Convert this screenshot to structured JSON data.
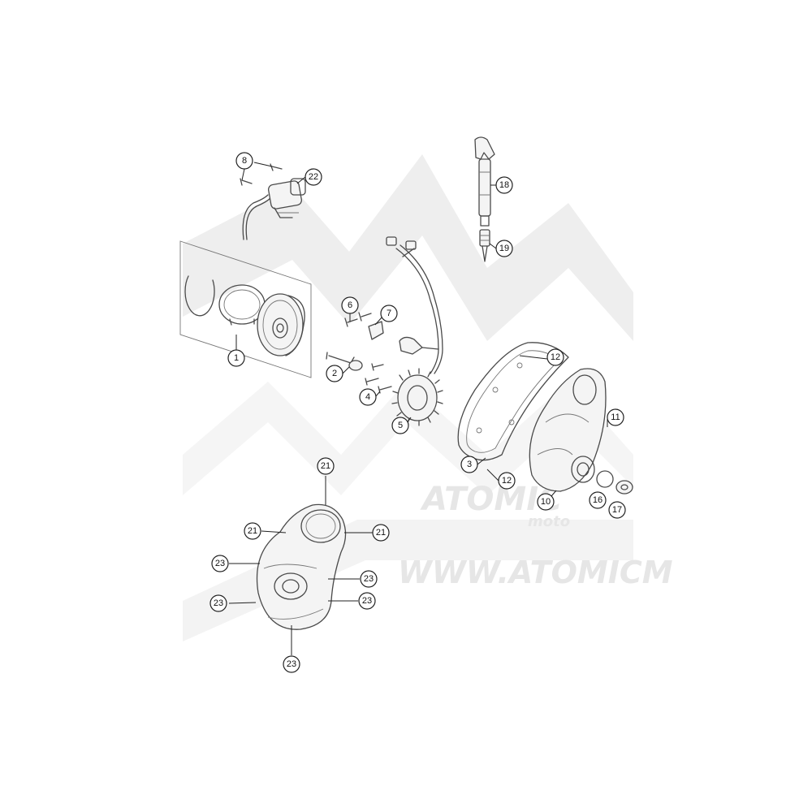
{
  "watermark": {
    "brand": "ATOMIC",
    "sub": "moto",
    "url": "WWW.ATOMICM"
  },
  "callouts": [
    {
      "label": "1"
    },
    {
      "label": "2"
    },
    {
      "label": "3"
    },
    {
      "label": "4"
    },
    {
      "label": "5"
    },
    {
      "label": "6"
    },
    {
      "label": "7"
    },
    {
      "label": "8"
    },
    {
      "label": "10"
    },
    {
      "label": "11"
    },
    {
      "label": "12"
    },
    {
      "label": "12"
    },
    {
      "label": "16"
    },
    {
      "label": "17"
    },
    {
      "label": "18"
    },
    {
      "label": "19"
    },
    {
      "label": "21"
    },
    {
      "label": "21"
    },
    {
      "label": "21"
    },
    {
      "label": "22"
    },
    {
      "label": "23"
    },
    {
      "label": "23"
    },
    {
      "label": "23"
    },
    {
      "label": "23"
    },
    {
      "label": "23"
    }
  ]
}
